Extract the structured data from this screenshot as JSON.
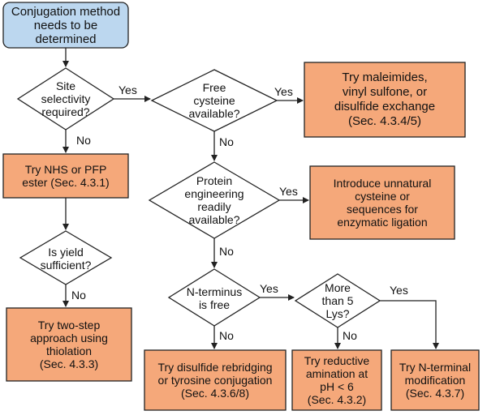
{
  "colors": {
    "start_fill": "#bcd7ef",
    "action_fill": "#f5a87a",
    "decision_fill": "#ffffff",
    "stroke": "#222222"
  },
  "nodes": {
    "start": "Conjugation method\nneeds to be\ndetermined",
    "site_selectivity": "Site\nselectivity\nrequired?",
    "free_cysteine": "Free\ncysteine\navailable?",
    "maleimides": "Try maleimides,\nvinyl sulfone, or\ndisulfide exchange\n(Sec. 4.3.4/5)",
    "nhs_pfp": "Try NHS or PFP\nester (Sec. 4.3.1)",
    "protein_engineering": "Protein\nengineering\nreadily\navailable?",
    "unnatural_cysteine": "Introduce unnatural\ncysteine or\nsequences for\nenzymatic ligation",
    "yield_sufficient": "Is yield\nsufficient?",
    "n_terminus_free": "N-terminus\nis free",
    "more_than_5_lys": "More\nthan 5\nLys?",
    "two_step": "Try two-step\napproach using\nthiolation\n(Sec. 4.3.3)",
    "disulfide_rebridging": "Try disulfide rebridging\nor tyrosine conjugation\n(Sec. 4.3.6/8)",
    "reductive_amination": "Try reductive\namination at\npH < 6\n(Sec. 4.3.2)",
    "n_terminal_mod": "Try N-terminal\nmodification\n(Sec. 4.3.7)"
  },
  "edge_labels": {
    "yes": "Yes",
    "no": "No"
  }
}
